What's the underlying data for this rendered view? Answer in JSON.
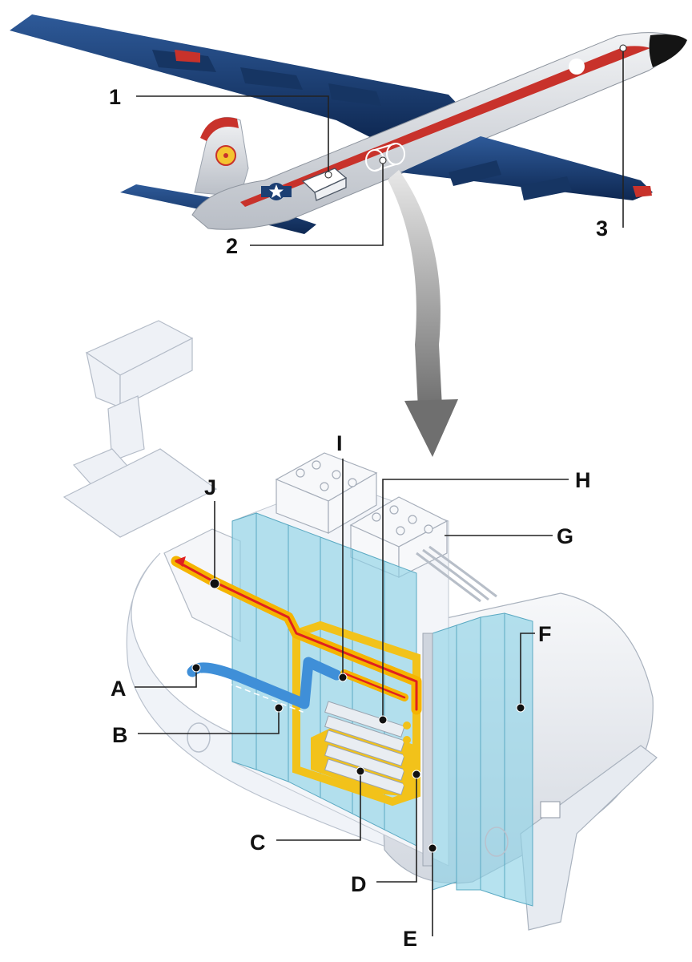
{
  "labels": {
    "plane": [
      "1",
      "2",
      "3"
    ],
    "reactor": [
      "A",
      "B",
      "C",
      "D",
      "E",
      "F",
      "G",
      "H",
      "I",
      "J"
    ]
  },
  "colors": {
    "fuselage": "#dcdcdc",
    "wing": "#1c3f73",
    "wing_dark": "#0f2a52",
    "stripe": "#c8322b",
    "nose": "#141414",
    "arrow": "#8c8c8c",
    "shield": "#8fd3e6",
    "hot_flow": "#e02020",
    "hot_flow_halo": "#f5b400",
    "cold_flow": "#3f8fd8",
    "core": "#f2c21a",
    "machinery": "#e6e9ee",
    "leader_line": "#222222",
    "marker": "#111111"
  },
  "icons": [
    "aircraft",
    "cargo-arrow",
    "nuclear-reactor",
    "trefoil-emblem",
    "star-roundel"
  ]
}
